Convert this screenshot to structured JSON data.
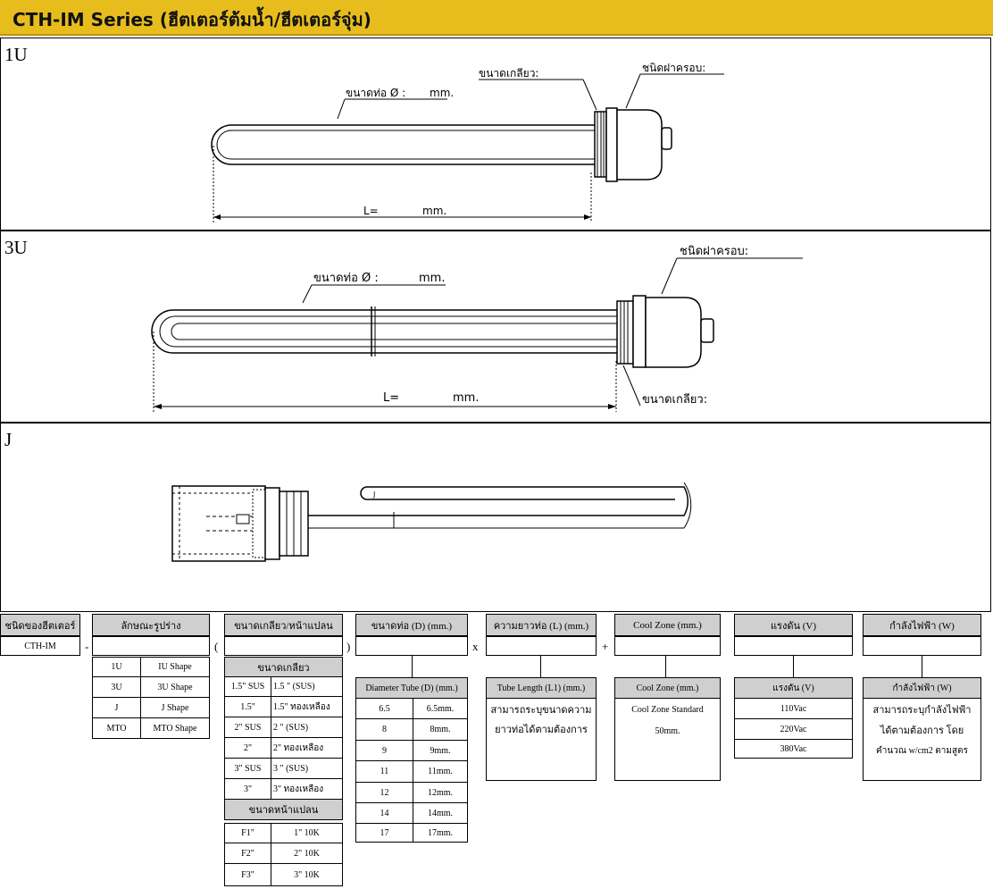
{
  "header": {
    "title": "CTH-IM Series (ฮีตเตอร์ต้มน้ำ/ฮีตเตอร์จุ่ม)"
  },
  "panels": {
    "p1": {
      "label": "1U",
      "thread_label": "ขนาดเกลียว:",
      "cap_label": "ชนิดฝาครอบ:",
      "tube_label": "ขนาดท่อ Ø :",
      "tube_unit": "mm.",
      "length_label": "L=",
      "length_unit": "mm."
    },
    "p2": {
      "label": "3U",
      "cap_label": "ชนิดฝาครอบ:",
      "tube_label": "ขนาดท่อ Ø :",
      "tube_unit": "mm.",
      "length_label": "L=",
      "length_unit": "mm.",
      "thread_label": "ขนาดเกลียว:"
    },
    "p3": {
      "label": "J",
      "tag": "J"
    }
  },
  "code": {
    "type_header": "ชนิดของฮีตเตอร์",
    "type_value": "CTH-IM",
    "shape_header": "ลักษณะรูปร่าง",
    "thread_header": "ขนาดเกลียว/หน้าแปลน",
    "tube_header": "ขนาดท่อ (D) (mm.)",
    "length_header": "ความยาวท่อ (L) (mm.)",
    "cool_header": "Cool Zone (mm.)",
    "voltage_header": "แรงดัน (V)",
    "power_header": "กำลังไฟฟ้า (W)",
    "sep_dash": "-",
    "sep_open": "(",
    "sep_close": ")",
    "sep_x": "x",
    "sep_plus": "+"
  },
  "shapes": [
    {
      "code": "1U",
      "desc": "IU Shape"
    },
    {
      "code": "3U",
      "desc": "3U Shape"
    },
    {
      "code": "J",
      "desc": "J Shape"
    },
    {
      "code": "MTO",
      "desc": "MTO Shape"
    }
  ],
  "threads": {
    "title": "ขนาดเกลียว",
    "rows": [
      {
        "code": "1.5\" SUS",
        "desc": "1.5 \" (SUS)"
      },
      {
        "code": "1.5\"",
        "desc": "1.5\" ทองเหลือง"
      },
      {
        "code": "2\" SUS",
        "desc": "2 \" (SUS)"
      },
      {
        "code": "2\"",
        "desc": "2\" ทองเหลือง"
      },
      {
        "code": "3\" SUS",
        "desc": "3 \" (SUS)"
      },
      {
        "code": "3\"",
        "desc": "3\" ทองเหลือง"
      }
    ]
  },
  "flanges": {
    "title": "ขนาดหน้าแปลน",
    "rows": [
      {
        "code": "F1\"",
        "desc": "1\" 10K"
      },
      {
        "code": "F2\"",
        "desc": "2\" 10K"
      },
      {
        "code": "F3\"",
        "desc": "3\" 10K"
      }
    ]
  },
  "tubes": {
    "title": "Diameter Tube (D) (mm.)",
    "rows": [
      {
        "code": "6.5",
        "desc": "6.5mm."
      },
      {
        "code": "8",
        "desc": "8mm."
      },
      {
        "code": "9",
        "desc": "9mm."
      },
      {
        "code": "11",
        "desc": "11mm."
      },
      {
        "code": "12",
        "desc": "12mm."
      },
      {
        "code": "14",
        "desc": "14mm."
      },
      {
        "code": "17",
        "desc": "17mm."
      }
    ]
  },
  "length_info": {
    "title": "Tube Length (L1) (mm.)",
    "line1": "สามารถระบุขนาดความ",
    "line2": "ยาวท่อได้ตามต้องการ"
  },
  "cool_info": {
    "title": "Cool Zone (mm.)",
    "line1": "Cool Zone Standard",
    "line2": "50mm."
  },
  "voltage_info": {
    "title": "แรงดัน (V)",
    "options": [
      "110Vac",
      "220Vac",
      "380Vac"
    ]
  },
  "power_info": {
    "title": "กำลังไฟฟ้า (W)",
    "line1": "สามารถระบุกำลังไฟฟ้า",
    "line2": "ได้ตามต้องการ โดย",
    "line3": "คำนวณ w/cm2 ตามสูตร"
  }
}
